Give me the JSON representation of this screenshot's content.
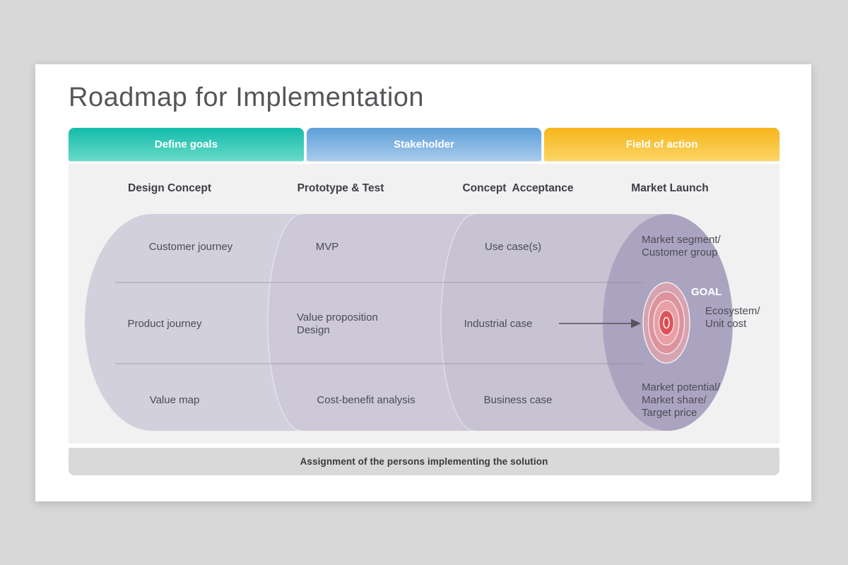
{
  "title": "Roadmap for Implementation",
  "phase_banners": [
    {
      "label": "Define goals",
      "color_top": "#14bcab",
      "color_bottom": "#68dac8"
    },
    {
      "label": "Stakeholder",
      "color_top": "#5e9fd8",
      "color_bottom": "#a9cbec"
    },
    {
      "label": "Field of action",
      "color_top": "#f6b51b",
      "color_bottom": "#fbd565"
    }
  ],
  "column_headers": [
    "Design Concept",
    "Prototype & Test",
    "Concept  Acceptance",
    "Market Launch"
  ],
  "cylinder": {
    "row1": {
      "col1": "Customer journey",
      "col2": "MVP",
      "col3": "Use case(s)",
      "col4_line1": "Market segment/",
      "col4_line2": "Customer group"
    },
    "row2": {
      "col1": "Product journey",
      "col2_line1": "Value proposition",
      "col2_line2": "Design",
      "col3": "Industrial case",
      "col4_line1": "Ecosystem/",
      "col4_line2": "Unit cost"
    },
    "row3": {
      "col1": "Value map",
      "col2": "Cost-benefit analysis",
      "col3": "Business case",
      "col4_line1": "Market potential/",
      "col4_line2": "Market share/",
      "col4_line3": "Target price"
    }
  },
  "goal_label": "GOAL",
  "footer": "Assignment of the persons implementing the solution",
  "colors": {
    "page_background": "#d8d8d8",
    "card_background": "#ffffff",
    "content_background": "#f1f1f2",
    "cylinder_segment1": "#d3d0dd",
    "cylinder_segment2": "#cdc9d8",
    "cylinder_segment3": "#c7c3d3",
    "cylinder_end_cap": "#aba4c0",
    "divider_line": "#85818f",
    "target_outer": "#d7a3b0",
    "target_ring2": "#dd929c",
    "target_ring3": "#e8a0a5",
    "target_ring4": "#dc555b",
    "target_center": "#d84a50",
    "footer_bar": "#d9d9d9"
  }
}
